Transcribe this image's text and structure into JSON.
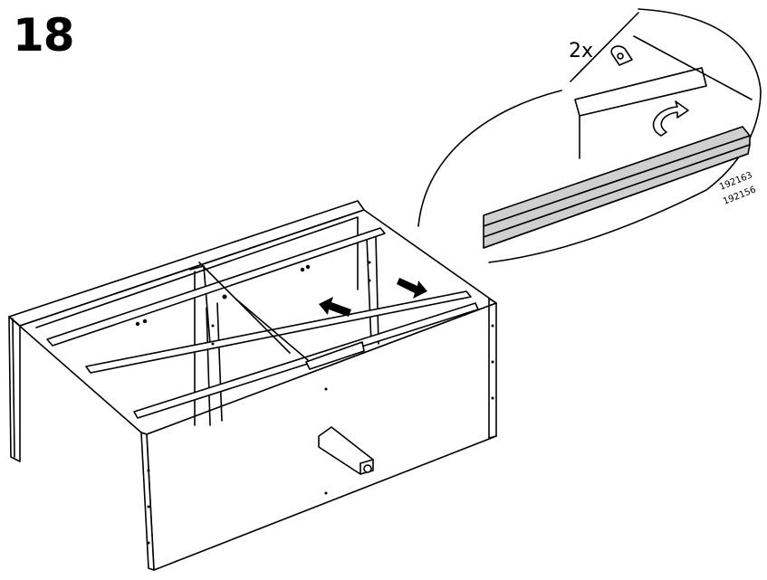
{
  "step": {
    "number": "18"
  },
  "detail": {
    "quantity": "2x",
    "part_numbers": [
      "192163",
      "192156"
    ]
  },
  "colors": {
    "line": "#000000",
    "rail_fill": "#cfcfcf",
    "background": "#ffffff"
  }
}
